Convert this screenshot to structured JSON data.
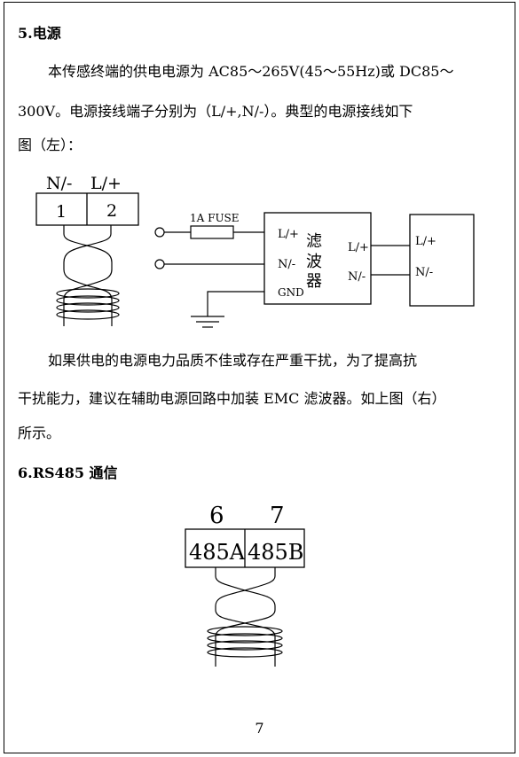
{
  "section5": {
    "heading": "5.电源",
    "paragraph1": [
      "本传感终端的供电电源为 AC85～265V(45～55Hz)或 DC85～",
      "300V。电源接线端子分别为（L/+,N/-）。典型的电源接线如下",
      "图（左）："
    ],
    "diagram": {
      "terminal_labels": [
        "N/-",
        "L/+"
      ],
      "terminal_numbers": [
        "1",
        "2"
      ],
      "fuse_label": "1A FUSE",
      "filter_inputs": [
        "L/+",
        "N/-",
        "GND"
      ],
      "filter_name": [
        "滤",
        "波",
        "器"
      ],
      "filter_outputs": [
        "L/+",
        "N/-"
      ],
      "device_inputs": [
        "L/+",
        "N/-"
      ]
    },
    "paragraph2": [
      "如果供电的电源电力品质不佳或存在严重干扰，为了提高抗",
      "干扰能力，建议在辅助电源回路中加装 EMC 滤波器。如上图（右）",
      "所示。"
    ]
  },
  "section6": {
    "heading": "6.RS485 通信",
    "diagram": {
      "terminal_numbers": [
        "6",
        "7"
      ],
      "terminal_labels": [
        "485A",
        "485B"
      ]
    }
  },
  "page_number": "7"
}
